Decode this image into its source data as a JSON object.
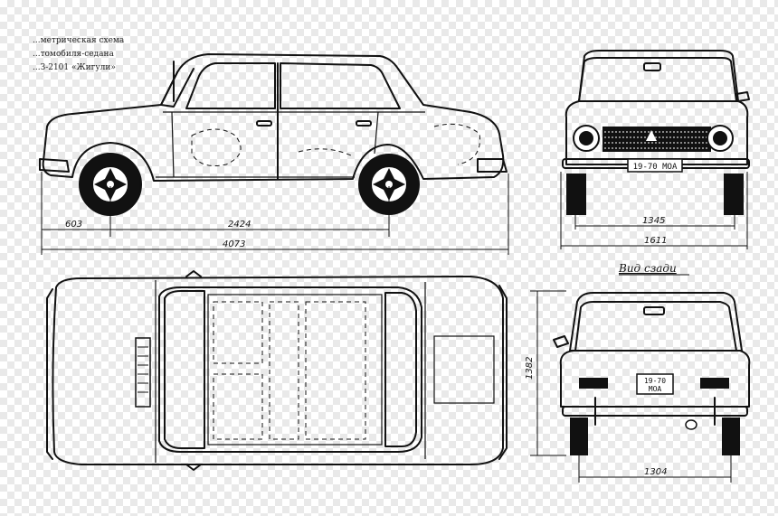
{
  "caption": {
    "line1": "...метрическая схема",
    "line2": "...томобиля-седана",
    "line3": "...З-2101 «Жигули»"
  },
  "rear_view_title": "Вид сзади",
  "dimensions": {
    "front_overhang": "603",
    "wheelbase": "2424",
    "overall_length": "4073",
    "front_track": "1345",
    "overall_width": "1611",
    "height": "1382",
    "rear_track": "1304"
  },
  "license_plate": {
    "front": "19-70 MOA",
    "rear_top": "19-70",
    "rear_bottom": "MOA"
  }
}
